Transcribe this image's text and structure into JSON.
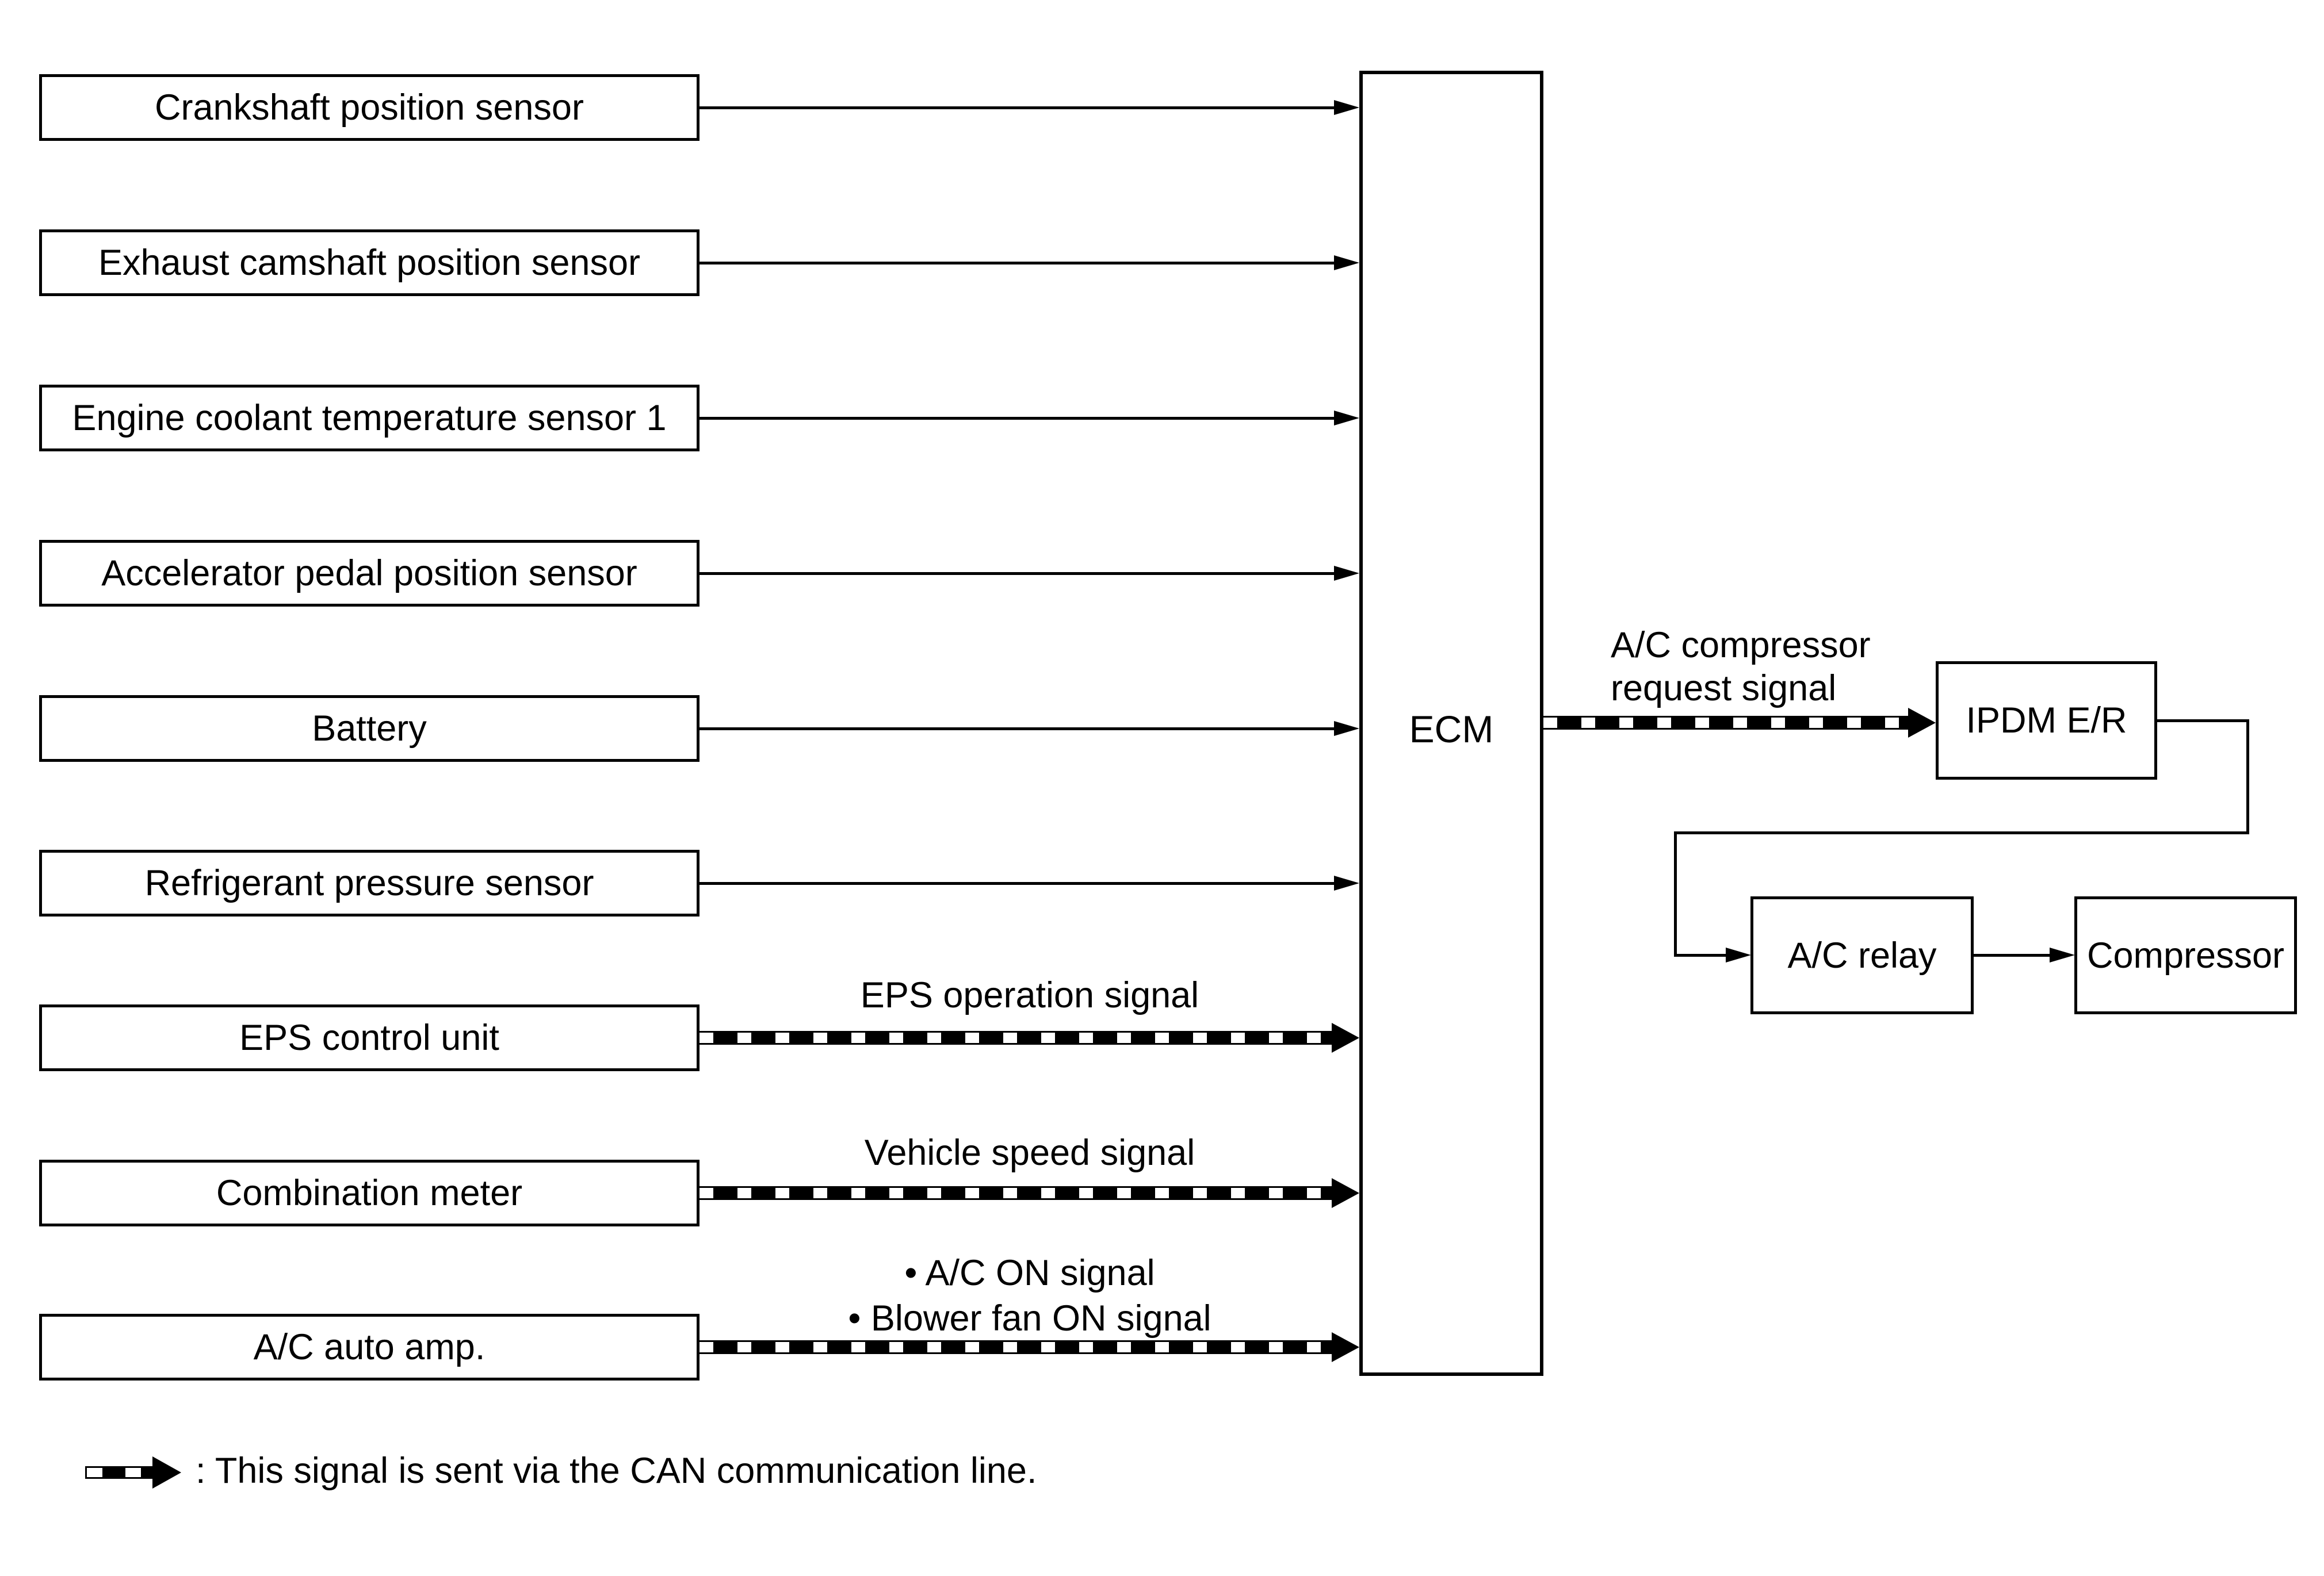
{
  "diagram": {
    "title_hint": "ECM A/C compressor control system diagram",
    "background_color": "#ffffff",
    "line_color": "#000000"
  },
  "sources": [
    {
      "label": "Crankshaft position sensor",
      "connection": "direct"
    },
    {
      "label": "Exhaust camshaft position sensor",
      "connection": "direct"
    },
    {
      "label": "Engine coolant temperature sensor 1",
      "connection": "direct"
    },
    {
      "label": "Accelerator pedal position sensor",
      "connection": "direct"
    },
    {
      "label": "Battery",
      "connection": "direct"
    },
    {
      "label": "Refrigerant pressure sensor",
      "connection": "direct"
    },
    {
      "label": "EPS control unit",
      "connection": "can"
    },
    {
      "label": "Combination meter",
      "connection": "can"
    },
    {
      "label": "A/C auto amp.",
      "connection": "can"
    }
  ],
  "signals": {
    "eps": "EPS operation signal",
    "vehicle_speed": "Vehicle speed signal",
    "ac_on": "• A/C ON signal",
    "blower_fan_on": "• Blower fan ON signal",
    "request_line1": "A/C compressor",
    "request_line2": "request signal"
  },
  "ecm": {
    "label": "ECM"
  },
  "outputs": {
    "ipdm": {
      "label": "IPDM E/R"
    },
    "relay": {
      "label": "A/C relay"
    },
    "compressor": {
      "label": "Compressor"
    }
  },
  "legend": {
    "text": ": This signal is sent via the CAN communication line."
  }
}
